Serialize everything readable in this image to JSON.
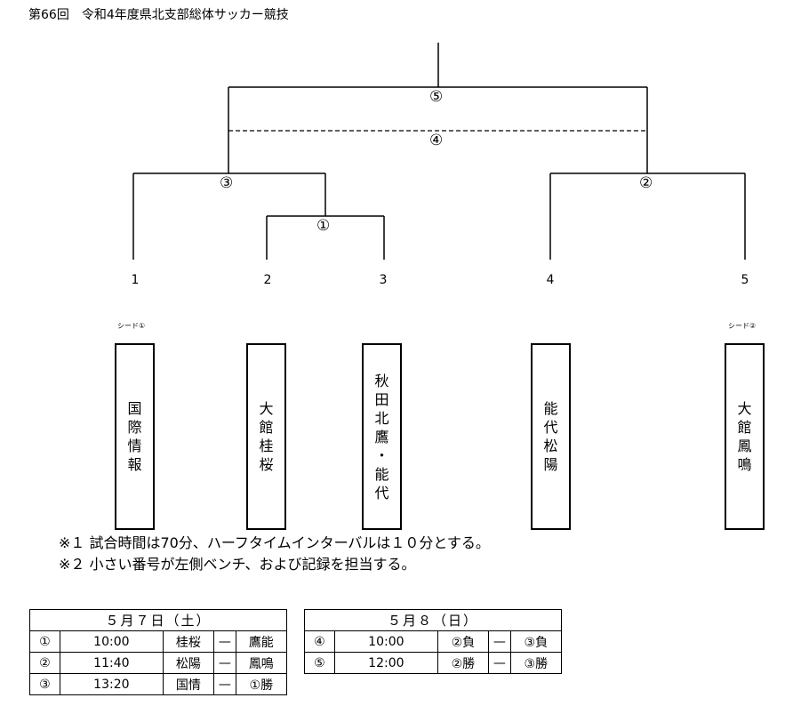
{
  "title": "第66回　令和4年度県北支部総体サッカー競技",
  "bracket": {
    "match_labels": [
      "⑤",
      "④",
      "③",
      "②",
      "①"
    ],
    "slot_numbers": [
      "1",
      "2",
      "3",
      "4",
      "5"
    ],
    "seeds": {
      "left": "シード①",
      "right": "シード②"
    },
    "teams": [
      [
        "国",
        "際",
        "情",
        "報"
      ],
      [
        "大",
        "館",
        "桂",
        "桜"
      ],
      [
        "秋",
        "田",
        "北",
        "鷹",
        "・",
        "能",
        "代"
      ],
      [
        "能",
        "代",
        "松",
        "陽"
      ],
      [
        "大",
        "館",
        "鳳",
        "鳴"
      ]
    ]
  },
  "notes": [
    "※１ 試合時間は70分、ハーフタイムインターバルは１０分とする。",
    "※２ 小さい番号が左側ベンチ、および記録を担当する。"
  ],
  "schedule": [
    {
      "date": "５月７日（土）",
      "rows": [
        {
          "no": "①",
          "time": "10:00",
          "a": "桂桜",
          "sep": "—",
          "b": "鷹能"
        },
        {
          "no": "②",
          "time": "11:40",
          "a": "松陽",
          "sep": "—",
          "b": "鳳鳴"
        },
        {
          "no": "③",
          "time": "13:20",
          "a": "国情",
          "sep": "—",
          "b": "①勝"
        }
      ]
    },
    {
      "date": "５月８（日）",
      "rows": [
        {
          "no": "④",
          "time": "10:00",
          "a": "②負",
          "sep": "—",
          "b": "③負"
        },
        {
          "no": "⑤",
          "time": "12:00",
          "a": "②勝",
          "sep": "—",
          "b": "③勝"
        }
      ]
    }
  ]
}
